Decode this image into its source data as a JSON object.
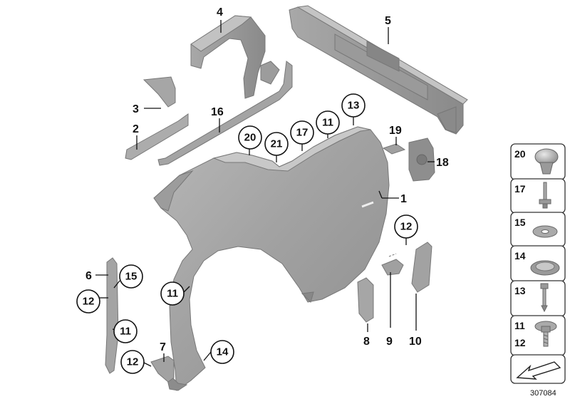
{
  "diagram": {
    "callouts": {
      "p1": "1",
      "p2": "2",
      "p3": "3",
      "p4": "4",
      "p5": "5",
      "p6": "6",
      "p7": "7",
      "p8": "8",
      "p9": "9",
      "p10": "10",
      "p16": "16",
      "p18": "18",
      "p19": "19"
    },
    "circled": {
      "c20": "20",
      "c21": "21",
      "c17": "17",
      "c11a": "11",
      "c13": "13",
      "c12a": "12",
      "c15": "15",
      "c12b": "12",
      "c11b": "11",
      "c11c": "11",
      "c12c": "12",
      "c14": "14"
    },
    "legend": [
      {
        "num": "20",
        "icon": "rounded-knob-clip-icon"
      },
      {
        "num": "17",
        "icon": "expanding-rivet-icon"
      },
      {
        "num": "15",
        "icon": "flat-washer-icon"
      },
      {
        "num": "14",
        "icon": "grommet-cap-icon"
      },
      {
        "num": "13",
        "icon": "push-pin-clip-icon"
      },
      {
        "num": "11",
        "num2": "12",
        "icon": "screw-with-washer-icon"
      }
    ],
    "image_number": "307084"
  }
}
